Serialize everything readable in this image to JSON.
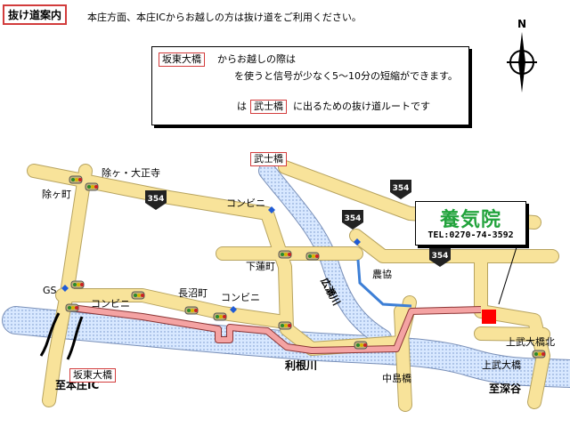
{
  "header": {
    "title": "抜け道案内",
    "description": "本庄方面、本庄ICからお越しの方は抜け道をご利用ください。"
  },
  "legend": {
    "bridge_label": "坂東大橋",
    "line1_suffix": "からお越しの際は",
    "pink_route_text": "を使うと信号が少なく5～10分の短縮ができます。",
    "blue_route_prefix": "は",
    "blue_bridge_label": "武士橋",
    "blue_route_text": "に出るための抜け道ルートです"
  },
  "brand": {
    "name": "養気院",
    "tel": "TEL:0270-74-3592"
  },
  "compass": {
    "label": "N"
  },
  "route_shields": [
    "354",
    "354",
    "354",
    "354"
  ],
  "places": {
    "jogamachi": "除ヶ町",
    "jogaoshoji": "除ヶ・大正寺",
    "gs": "GS",
    "konbini_1": "コンビニ",
    "konbini_2": "コンビニ",
    "konbini_3": "コンビニ",
    "naganumacho": "長沼町",
    "shimorenmachi": "下蓮町",
    "nokyo": "農協",
    "kamibutaiashikita": "上武大橋北",
    "kamibutaiashi": "上武大橋",
    "nakajimabashi": "中島橋",
    "bushibashi": "武士橋",
    "bandoohashi": "坂東大橋",
    "tonegawa": "利根川",
    "hirosegawa": "広瀬川",
    "to_honjo_ic": "至本庄IC",
    "to_fukaya": "至深谷"
  },
  "colors": {
    "road": "#f8e39a",
    "road_edge": "#b7a35f",
    "river": "#cfe2ff",
    "river_edge": "#7a90b8",
    "pink_route": "#f4a3a3",
    "blue_route": "#3d7fd6",
    "destination": "#ff0000",
    "brand_green": "#22a33c"
  }
}
